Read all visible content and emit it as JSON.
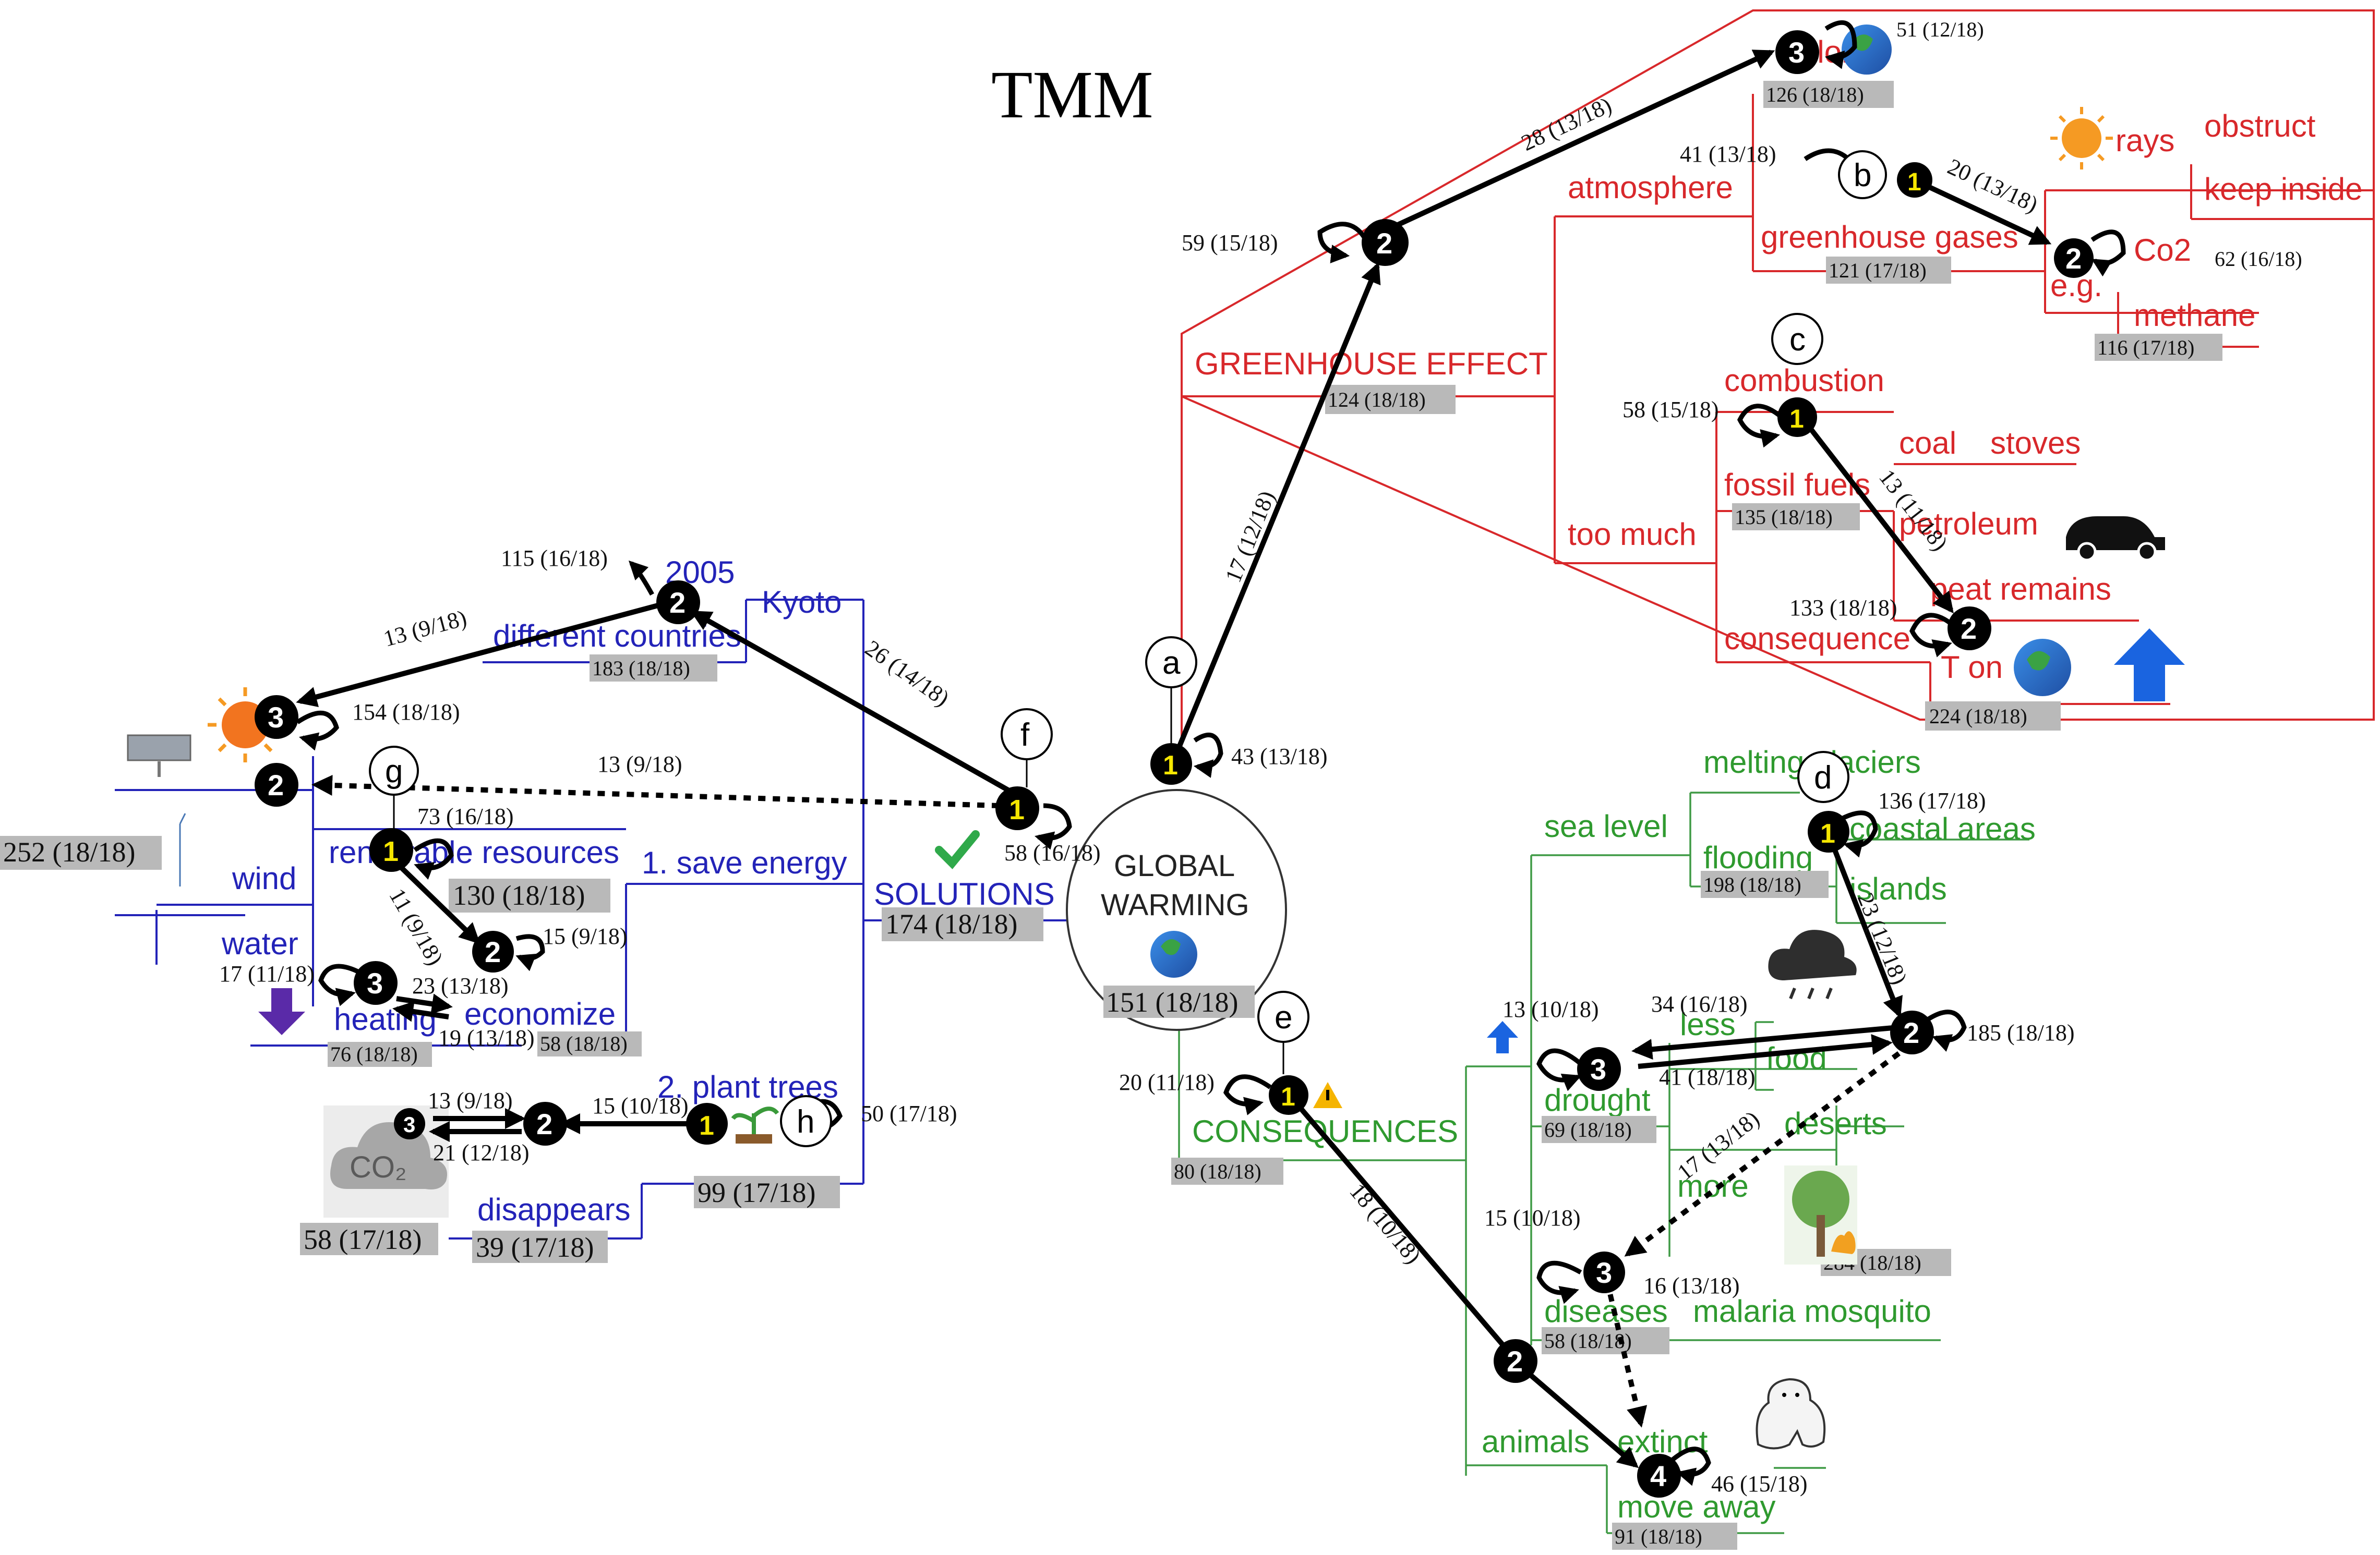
{
  "title": "TMM",
  "center": {
    "line1": "GLOBAL",
    "line2": "WARMING",
    "count": "151 (18/18)"
  },
  "greenhouse": {
    "root": "GREENHOUSE EFFECT",
    "root_count": "124 (18/18)",
    "atmosphere": "atmosphere",
    "greenhouse_gases": "greenhouse gases",
    "greenhouse_gases_count": "121 (17/18)",
    "eg": "e.g.",
    "co2": "Co2",
    "co2_count": "62 (16/18)",
    "methane": "methane",
    "methane_count": "116 (17/18)",
    "rays": "rays",
    "obstruct": "obstruct",
    "keep_inside": "keep inside",
    "color": "color",
    "color_count": "126 (18/18)",
    "color_loop": "51 (12/18)",
    "too_much": "too much",
    "combustion": "combustion",
    "fossil_fuels": "fossil fuels",
    "fossil_count": "135 (18/18)",
    "coal": "coal",
    "stoves": "stoves",
    "petroleum": "petroleum",
    "peat": "peat remains",
    "consequence": "consequence",
    "t_on": "T on",
    "t_on_count": "224 (18/18)"
  },
  "solutions": {
    "root": "SOLUTIONS",
    "root_count": "174 (18/18)",
    "kyoto": "Kyoto",
    "year": "2005",
    "countries": "different countries",
    "countries_count": "183 (18/18)",
    "save_energy": "1. save energy",
    "renewable": "renewable resources",
    "renewable_count": "130 (18/18)",
    "wind": "wind",
    "water": "water",
    "side_count": "252 (18/18)",
    "heating": "heating",
    "heating_count": "76 (18/18)",
    "economize": "economize",
    "economize_count": "58 (18/18)",
    "plant_trees": "2. plant trees",
    "plant_count": "99 (17/18)",
    "disappears": "disappears",
    "disappears_count": "39 (17/18)",
    "co2_count": "58 (17/18)",
    "co2_icon": "CO₂"
  },
  "consequences": {
    "root": "CONSEQUENCES",
    "root_count": "80 (18/18)",
    "sea_level": "sea level",
    "melting": "melting glaciers",
    "coastal": "coastal areas",
    "flooding": "flooding",
    "flooding_count": "198 (18/18)",
    "islands": "islands",
    "less": "less",
    "food": "food",
    "drought": "drought",
    "drought_count": "69 (18/18)",
    "more": "more",
    "deserts": "deserts",
    "more_count": "284 (18/18)",
    "diseases": "diseases",
    "diseases_count": "58 (18/18)",
    "malaria": "malaria mosquito",
    "animals": "animals",
    "extinct": "extinct",
    "move_away": "move away",
    "move_count": "91 (18/18)"
  },
  "letters": [
    "a",
    "b",
    "c",
    "d",
    "e",
    "f",
    "g",
    "h"
  ],
  "edge_labels": {
    "a_loop": "43 (13/18)",
    "a_edge": "17 (12/18)",
    "a2_loop": "59 (15/18)",
    "a2_edge": "28 (13/18)",
    "b_loop": "41 (13/18)",
    "b_edge": "20 (13/18)",
    "c_loop": "58 (15/18)",
    "c_edge": "13 (11/18)",
    "c2_loop": "133 (18/18)",
    "d_loop": "136 (17/18)",
    "d_edge": "23 (12/18)",
    "d2_loop": "185 (18/18)",
    "d2_to_3_a": "34 (16/18)",
    "d2_to_3_b": "41 (18/18)",
    "d3_loop": "13 (10/18)",
    "d2_dotted": "17 (13/18)",
    "dis_loop": "15 (10/18)",
    "dis_edge": "16 (13/18)",
    "e_loop": "20 (11/18)",
    "e_edge": "18 (10/18)",
    "e4_loop": "46 (15/18)",
    "f_loop": "58 (16/18)",
    "f_edge": "26 (14/18)",
    "f2_loop": "115 (16/18)",
    "f2_edge": "13 (9/18)",
    "f3_loop": "154 (18/18)",
    "f_dotted": "13 (9/18)",
    "g_loop": "73 (16/18)",
    "g_edge": "11 (9/18)",
    "g2_loop": "15 (9/18)",
    "g3_loop": "17 (11/18)",
    "g3_edge_a": "23 (13/18)",
    "g3_edge_b": "19 (13/18)",
    "h_loop": "50 (17/18)",
    "h_edge": "15 (10/18)",
    "h3_a": "13 (9/18)",
    "h3_b": "21 (12/18)"
  }
}
